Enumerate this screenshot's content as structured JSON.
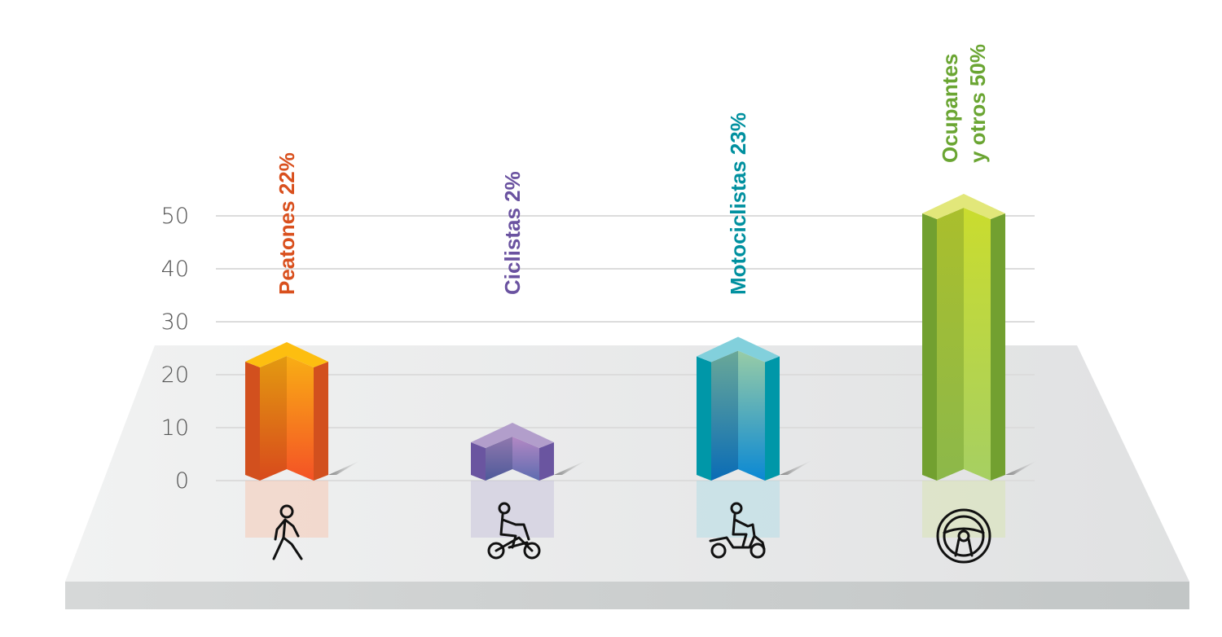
{
  "chart_data": {
    "type": "bar",
    "title": "",
    "xlabel": "",
    "ylabel": "",
    "ylim": [
      0,
      50
    ],
    "yticks": [
      "0",
      "10",
      "20",
      "30",
      "40",
      "50"
    ],
    "grid": true,
    "categories": [
      "Peatones",
      "Ciclistas",
      "Motociclistas",
      "Ocupantes y otros"
    ],
    "values": [
      22,
      2,
      23,
      50
    ],
    "labels": [
      {
        "lines": [
          "Peatones 22%"
        ],
        "color": "#D9501E",
        "icon": "pedestrian-icon"
      },
      {
        "lines": [
          "Ciclistas 2%"
        ],
        "color": "#6A52A0",
        "icon": "bicycle-rider-icon"
      },
      {
        "lines": [
          "Motociclistas 23%"
        ],
        "color": "#00909F",
        "icon": "motorcycle-rider-icon"
      },
      {
        "lines": [
          "Ocupantes",
          "y otros 50%"
        ],
        "color": "#6AA532",
        "icon": "steering-wheel-icon"
      }
    ]
  }
}
